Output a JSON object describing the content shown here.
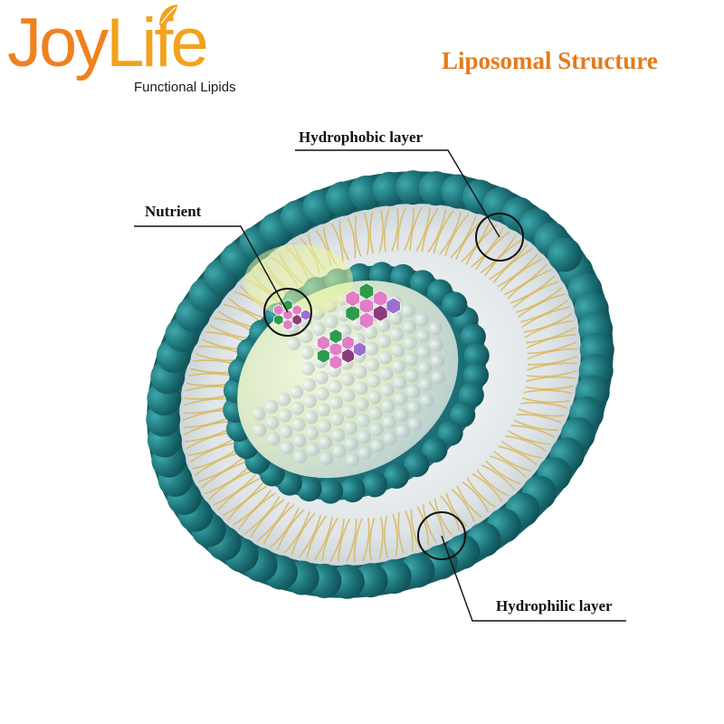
{
  "logo": {
    "brand_part1": "Joy",
    "brand_part2": "Life",
    "tagline": "Functional Lipids"
  },
  "title": "Liposomal Structure",
  "labels": {
    "hydrophobic": "Hydrophobic layer",
    "nutrient": "Nutrient",
    "hydrophilic": "Hydrophilic layer"
  },
  "colors": {
    "brand_orange": "#f0821e",
    "brand_yellow": "#f3a21c",
    "head_teal": "#1f7a80",
    "tail_gold": "#d8b862",
    "nutrient_pink": "#e07ec8",
    "nutrient_green": "#2f9a4e"
  }
}
